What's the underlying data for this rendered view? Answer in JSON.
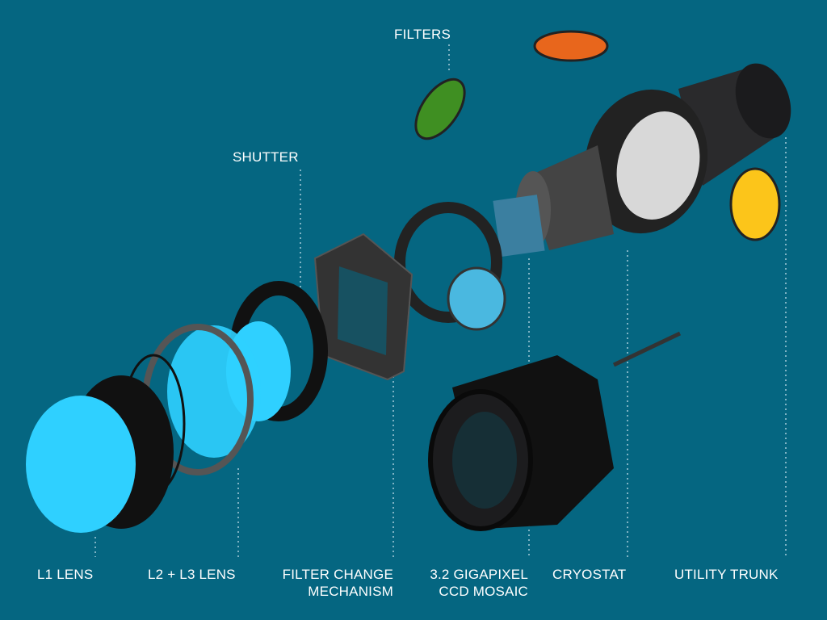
{
  "labels": {
    "filters": "FILTERS",
    "shutter": "SHUTTER",
    "l1_lens": "L1 LENS",
    "l2_l3_lens": "L2 + L3 LENS",
    "filter_change_1": "FILTER CHANGE",
    "filter_change_2": "MECHANISM",
    "ccd_1": "3.2 GIGAPIXEL",
    "ccd_2": "CCD MOSAIC",
    "cryostat": "CRYOSTAT",
    "utility_trunk": "UTILITY TRUNK"
  },
  "colors": {
    "background": "#056681",
    "lens_blue": "#2fd0ff",
    "filter_green": "#3f8f22",
    "filter_orange": "#e8661c",
    "filter_yellow": "#fcc51a",
    "body_dark": "#1b1b1d"
  }
}
